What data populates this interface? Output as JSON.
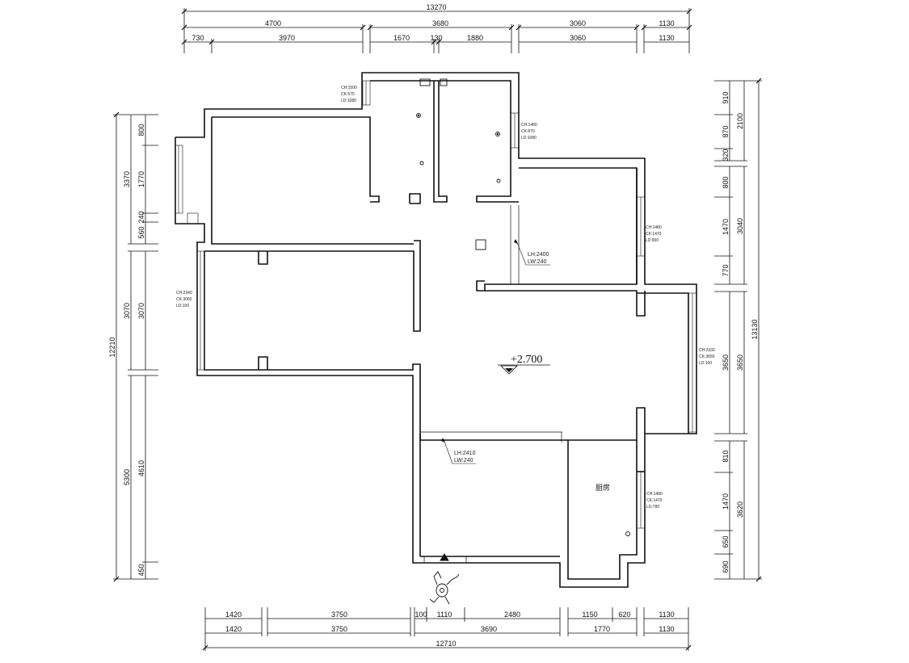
{
  "floorplan": {
    "elevation": "+2.700",
    "kitchen_label": "厨房",
    "door_annotations": [
      {
        "lh": "LH:2400",
        "lw": "LW:240"
      },
      {
        "lh": "LH:2410",
        "lw": "LW:240"
      }
    ],
    "window_specs": [
      [
        "CH:1500",
        "CK:570",
        "LD:1080"
      ],
      [
        "CH:1480",
        "CK:870",
        "LD:1080"
      ],
      [
        "CH:1480",
        "CK:1470",
        "LD:900"
      ],
      [
        "CH:2340",
        "CK:3060",
        "LD:100"
      ],
      [
        "CH:2330",
        "CK:3650",
        "LD:100"
      ],
      [
        "CH:1480",
        "CK:1470",
        "LD:780"
      ]
    ],
    "dimensions": {
      "top_overall": "13270",
      "top_row1": [
        "4700",
        "3680",
        "3060",
        "1130"
      ],
      "top_row2": [
        "730",
        "3970",
        "1670",
        "130",
        "1880",
        "3060",
        "1130"
      ],
      "bottom_row1": [
        "1420",
        "3750",
        "100",
        "1110",
        "2480",
        "1150",
        "620",
        "1130"
      ],
      "bottom_row2": [
        "1420",
        "3750",
        "3690",
        "1770",
        "1130"
      ],
      "bottom_overall": "12710",
      "left_overall": "12210",
      "left_outer": [
        "3370",
        "3070",
        "5300"
      ],
      "left_inner": [
        "800",
        "1770",
        "240",
        "560",
        "3070",
        "4610",
        "450"
      ],
      "right_overall": "13130",
      "right_outer": [
        "2100",
        "3040",
        "3650",
        "3620"
      ],
      "right_inner": [
        "910",
        "870",
        "320",
        "800",
        "1470",
        "770",
        "3650",
        "810",
        "1470",
        "650",
        "690"
      ]
    }
  }
}
